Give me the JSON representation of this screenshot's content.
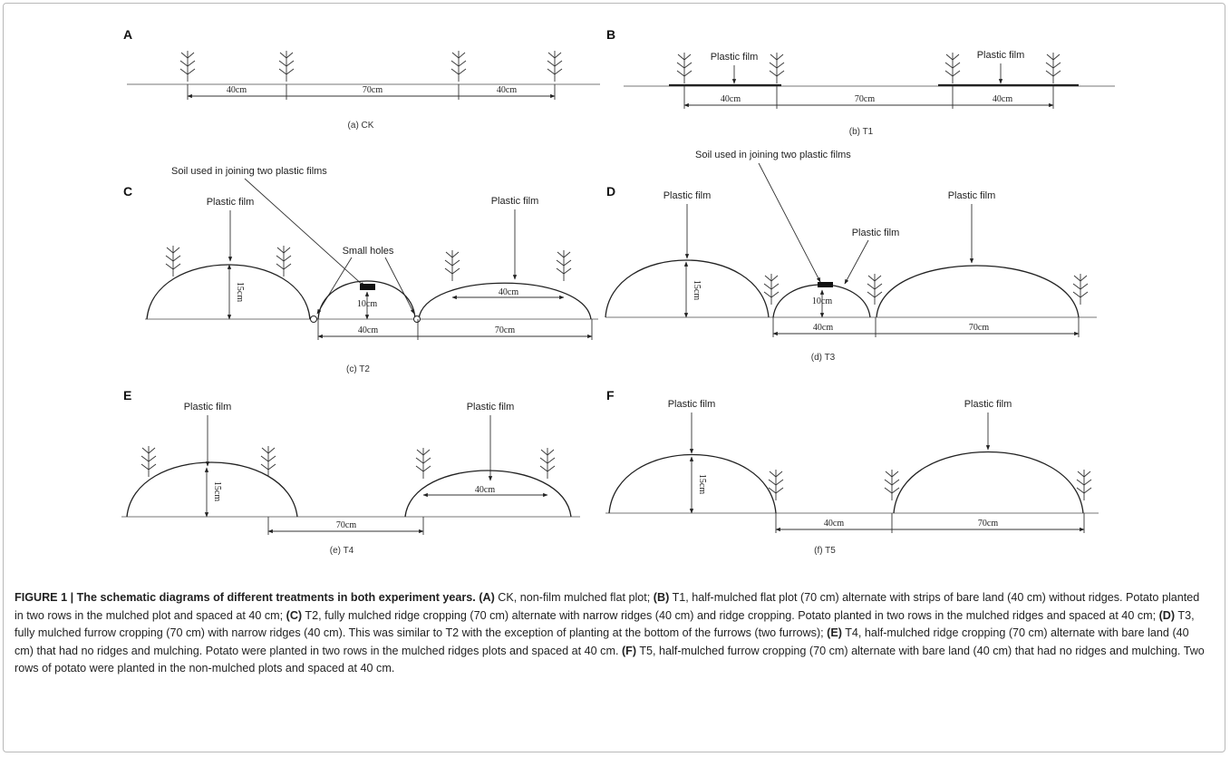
{
  "panels": {
    "A": {
      "letter": "A",
      "caption": "(a) CK",
      "dims": [
        "40cm",
        "70cm",
        "40cm"
      ]
    },
    "B": {
      "letter": "B",
      "caption": "(b) T1",
      "films": [
        "Plastic film",
        "Plastic film"
      ],
      "dims": [
        "40cm",
        "70cm",
        "40cm"
      ]
    },
    "C": {
      "letter": "C",
      "caption": "(c) T2",
      "soil": "Soil used in joining two plastic films",
      "films": [
        "Plastic film",
        "Plastic film"
      ],
      "holes": "Small holes",
      "heights": [
        "15cm",
        "10cm"
      ],
      "dims": [
        "40cm",
        "40cm",
        "70cm"
      ]
    },
    "D": {
      "letter": "D",
      "caption": "(d) T3",
      "soil": "Soil used in joining two plastic films",
      "films": [
        "Plastic film",
        "Plastic film",
        "Plastic film"
      ],
      "heights": [
        "15cm",
        "10cm"
      ],
      "dims": [
        "40cm",
        "70cm"
      ]
    },
    "E": {
      "letter": "E",
      "caption": "(e) T4",
      "films": [
        "Plastic film",
        "Plastic film"
      ],
      "heights": [
        "15cm"
      ],
      "dims": [
        "70cm",
        "40cm"
      ]
    },
    "F": {
      "letter": "F",
      "caption": "(f) T5",
      "films": [
        "Plastic film",
        "Plastic film"
      ],
      "heights": [
        "15cm"
      ],
      "dims": [
        "40cm",
        "70cm"
      ]
    }
  },
  "caption": {
    "figure_label": "FIGURE 1 | The schematic diagrams of different treatments in both experiment years.",
    "parts": [
      {
        "tag": "(A)",
        "text": "CK, non-film mulched flat plot;"
      },
      {
        "tag": "(B)",
        "text": "T1, half-mulched flat plot (70 cm) alternate with strips of bare land (40 cm) without ridges. Potato planted in two rows in the mulched plot and spaced at 40 cm;"
      },
      {
        "tag": "(C)",
        "text": "T2, fully mulched ridge cropping (70 cm) alternate with narrow ridges (40 cm) and ridge cropping. Potato planted in two rows in the mulched ridges and spaced at 40 cm;"
      },
      {
        "tag": "(D)",
        "text": "T3, fully mulched furrow cropping (70 cm) with narrow ridges (40 cm). This was similar to T2 with the exception of planting at the bottom of the furrows (two furrows);"
      },
      {
        "tag": "(E)",
        "text": "T4, half-mulched ridge cropping (70 cm) alternate with bare land (40 cm) that had no ridges and mulching. Potato were planted in two rows in the mulched ridges plots and spaced at 40 cm."
      },
      {
        "tag": "(F)",
        "text": "T5, half-mulched furrow cropping (70 cm) alternate with bare land (40 cm) that had no ridges and mulching. Two rows of potato were planted in the non-mulched plots and spaced at 40 cm."
      }
    ]
  }
}
